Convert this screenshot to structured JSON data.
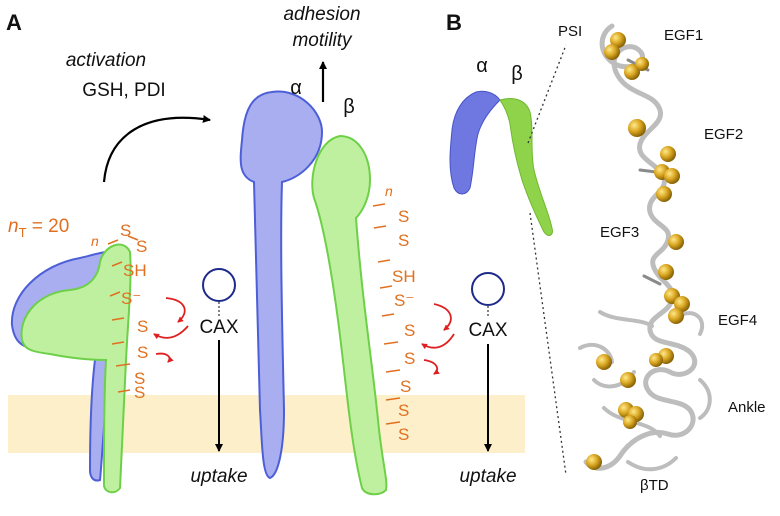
{
  "panel_a": {
    "label": "A",
    "activation": "activation",
    "reagents": "GSH, PDI",
    "adhesion": "adhesion",
    "motility": "motility",
    "alpha": "α",
    "beta": "β",
    "nt_prefix": "n",
    "nt_sub": "T",
    "nt_value": " = 20",
    "n_label": "n",
    "s": "S",
    "sh": "SH",
    "s_minus": "S⁻",
    "cax": "CAX",
    "uptake": "uptake"
  },
  "panel_b": {
    "label": "B",
    "alpha": "α",
    "beta": "β",
    "psi": "PSI",
    "egf1": "EGF1",
    "egf2": "EGF2",
    "egf3": "EGF3",
    "egf4": "EGF4",
    "ankle": "Ankle",
    "btd": "βTD"
  },
  "colors": {
    "alpha_fill": "#a9aef0",
    "alpha_stroke": "#4d5fd6",
    "beta_fill": "#bff0a0",
    "beta_stroke": "#6ed048",
    "membrane": "#fcefc9",
    "orange": "#e07020",
    "red_arrow": "#e02020",
    "cax_circle": "#1d2a8a",
    "sphere": "#d9a520",
    "ribbon": "#d8d8d8"
  }
}
